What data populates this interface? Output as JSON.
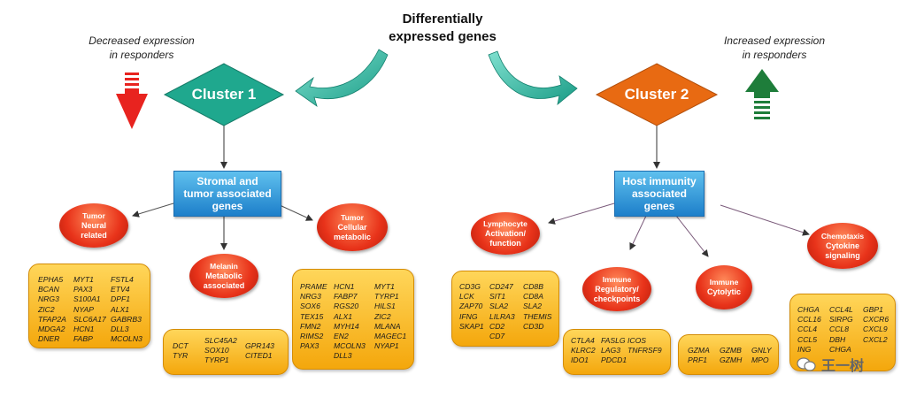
{
  "title": "Differentially\nexpressed genes",
  "left_note": "Decreased expression\nin responders",
  "right_note": "Increased expression\nin responders",
  "colors": {
    "cluster1": "#1fa88e",
    "cluster2": "#e86a12",
    "down_arrow": "#e8231f",
    "up_arrow": "#1e7d3a",
    "blue_box": "#2a8fd8",
    "oval": "#e8331a",
    "gene_box": "#fbbf2a"
  },
  "cluster1": {
    "label": "Cluster 1",
    "box_label": "Stromal and\ntumor associated\ngenes",
    "groups": [
      {
        "oval_lines": [
          "Tumor",
          "Neural",
          "related"
        ],
        "genes": [
          [
            "EPHA5",
            "BCAN",
            "NRG3",
            "ZIC2",
            "TFAP2A",
            "MDGA2",
            "DNER"
          ],
          [
            "MYT1",
            "PAX3",
            "S100A1",
            "NYAP",
            "SLC6A17",
            "HCN1",
            "FABP"
          ],
          [
            "FSTL4",
            "ETV4",
            "DPF1",
            "ALX1",
            "GABRB3",
            "DLL3",
            "MCOLN3"
          ]
        ]
      },
      {
        "oval_lines": [
          "Melanin",
          "Metabolic",
          "associated"
        ],
        "genes": [
          [
            "DCT",
            "TYR"
          ],
          [
            "SLC45A2",
            "SOX10",
            "TYRP1"
          ],
          [
            "GPR143",
            "CITED1"
          ]
        ]
      },
      {
        "oval_lines": [
          "Tumor",
          "Cellular",
          "metabolic"
        ],
        "genes": [
          [
            "PRAME",
            "NRG3",
            "SOX6",
            "TEX15",
            "FMN2",
            "RIMS2",
            "PAX3"
          ],
          [
            "HCN1",
            "FABP7",
            "RGS20",
            "ALX1",
            "MYH14",
            "EN2",
            "MCOLN3",
            "DLL3"
          ],
          [
            "MYT1",
            "TYRP1",
            "HILS1",
            "ZIC2",
            "MLANA",
            "MAGEC1",
            "NYAP1"
          ]
        ]
      }
    ]
  },
  "cluster2": {
    "label": "Cluster 2",
    "box_label": "Host immunity\nassociated\ngenes",
    "groups": [
      {
        "oval_lines": [
          "Lymphocyte",
          "Activation/",
          "function"
        ],
        "genes": [
          [
            "CD3G",
            "LCK",
            "ZAP70",
            "IFNG",
            "SKAP1"
          ],
          [
            "CD247",
            "SIT1",
            "SLA2",
            "LILRA3",
            "CD2",
            "CD7"
          ],
          [
            "CD8B",
            "CD8A",
            "SLA2",
            "THEMIS",
            "CD3D"
          ]
        ]
      },
      {
        "oval_lines": [
          "Immune",
          "Regulatory/",
          "checkpoints"
        ],
        "genes": [
          [
            "CTLA4",
            "KLRC2",
            "IDO1"
          ],
          [
            "FASLG",
            "LAG3",
            "PDCD1"
          ],
          [
            "ICOS",
            "TNFRSF9"
          ]
        ]
      },
      {
        "oval_lines": [
          "Immune",
          "Cytolytic"
        ],
        "genes": [
          [
            "GZMA",
            "PRF1"
          ],
          [
            "GZMB",
            "GZMH"
          ],
          [
            "GNLY",
            "MPO"
          ]
        ]
      },
      {
        "oval_lines": [
          "Chemotaxis",
          "Cytokine",
          "signaling"
        ],
        "genes": [
          [
            "CHGA",
            "CCL16",
            "CCL4",
            "CCL5",
            "ING"
          ],
          [
            "CCL4L",
            "SIRPG",
            "CCL8",
            "DBH",
            "CHGA"
          ],
          [
            "GBP1",
            "CXCR6",
            "CXCL9",
            "CXCL2"
          ]
        ]
      }
    ]
  },
  "watermark": "王一树"
}
